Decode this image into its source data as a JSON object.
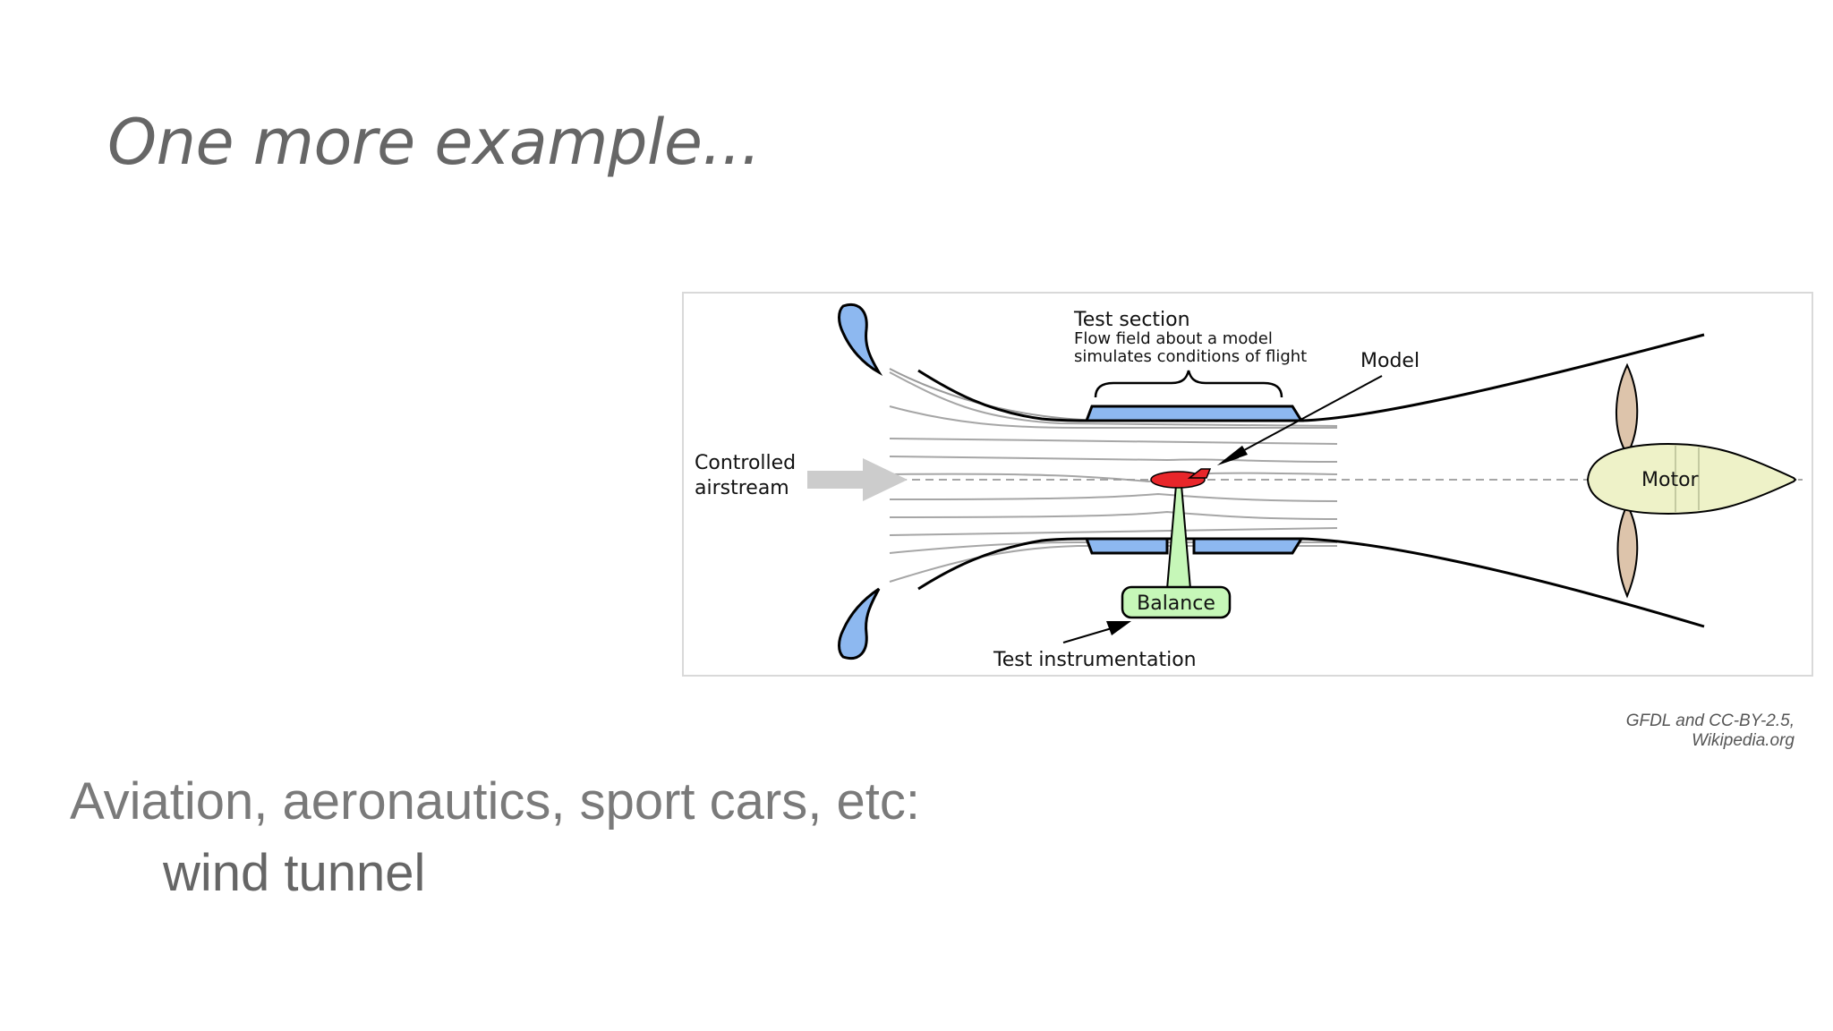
{
  "slide": {
    "title": "One more example...",
    "credit": "GFDL and CC-BY-2.5, Wikipedia.org",
    "body_line1": "Aviation, aeronautics, sport cars, etc:",
    "body_line2": "wind tunnel"
  },
  "diagram": {
    "labels": {
      "test_section": "Test section",
      "test_section_desc1": "Flow field about a model",
      "test_section_desc2": "simulates conditions of flight",
      "model": "Model",
      "controlled1": "Controlled",
      "controlled2": "airstream",
      "motor": "Motor",
      "balance": "Balance",
      "instrumentation": "Test instrumentation"
    },
    "colors": {
      "nozzle_blue": "#8db8f0",
      "model_red": "#e8262a",
      "balance_green": "#c6f7b8",
      "motor_yellow": "#eef2c8",
      "propeller_tan": "#ddc4ab",
      "arrow_gray": "#cccccc",
      "streamline_gray": "#a0a0a0"
    }
  }
}
